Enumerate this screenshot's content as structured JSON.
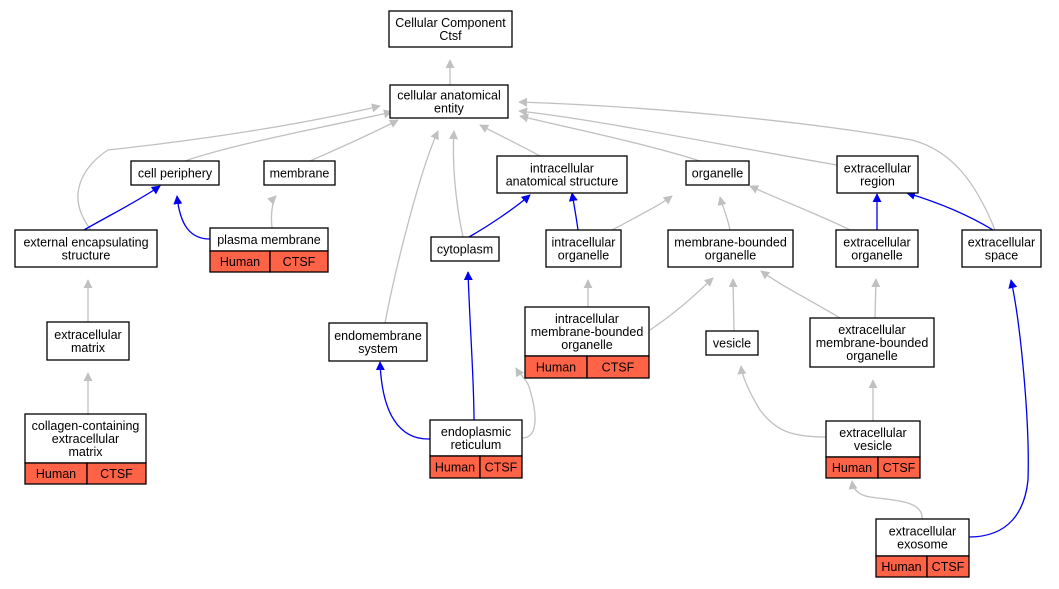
{
  "colors": {
    "gray_edge": "#c0c0c0",
    "blue_edge": "#0000ee",
    "tag_fill": "#ff6347"
  },
  "nodes": {
    "root": [
      "Cellular Component",
      "Ctsf"
    ],
    "cae": [
      "cellular anatomical",
      "entity"
    ],
    "cell_periphery": [
      "cell periphery"
    ],
    "membrane": [
      "membrane"
    ],
    "ias": [
      "intracellular",
      "anatomical structure"
    ],
    "organelle": [
      "organelle"
    ],
    "ecr": [
      "extracellular",
      "region"
    ],
    "ees": [
      "external encapsulating",
      "structure"
    ],
    "pm": [
      "plasma membrane"
    ],
    "cytoplasm": [
      "cytoplasm"
    ],
    "io": [
      "intracellular",
      "organelle"
    ],
    "mbo": [
      "membrane-bounded",
      "organelle"
    ],
    "eco": [
      "extracellular",
      "organelle"
    ],
    "ecs": [
      "extracellular",
      "space"
    ],
    "ecm": [
      "extracellular",
      "matrix"
    ],
    "endo": [
      "endomembrane",
      "system"
    ],
    "imbo": [
      "intracellular",
      "membrane-bounded",
      "organelle"
    ],
    "vesicle": [
      "vesicle"
    ],
    "embo": [
      "extracellular",
      "membrane-bounded",
      "organelle"
    ],
    "ccecm": [
      "collagen-containing",
      "extracellular",
      "matrix"
    ],
    "er": [
      "endoplasmic",
      "reticulum"
    ],
    "ecv": [
      "extracellular",
      "vesicle"
    ],
    "exo": [
      "extracellular",
      "exosome"
    ]
  },
  "tags": {
    "species": "Human",
    "gene": "CTSF"
  }
}
